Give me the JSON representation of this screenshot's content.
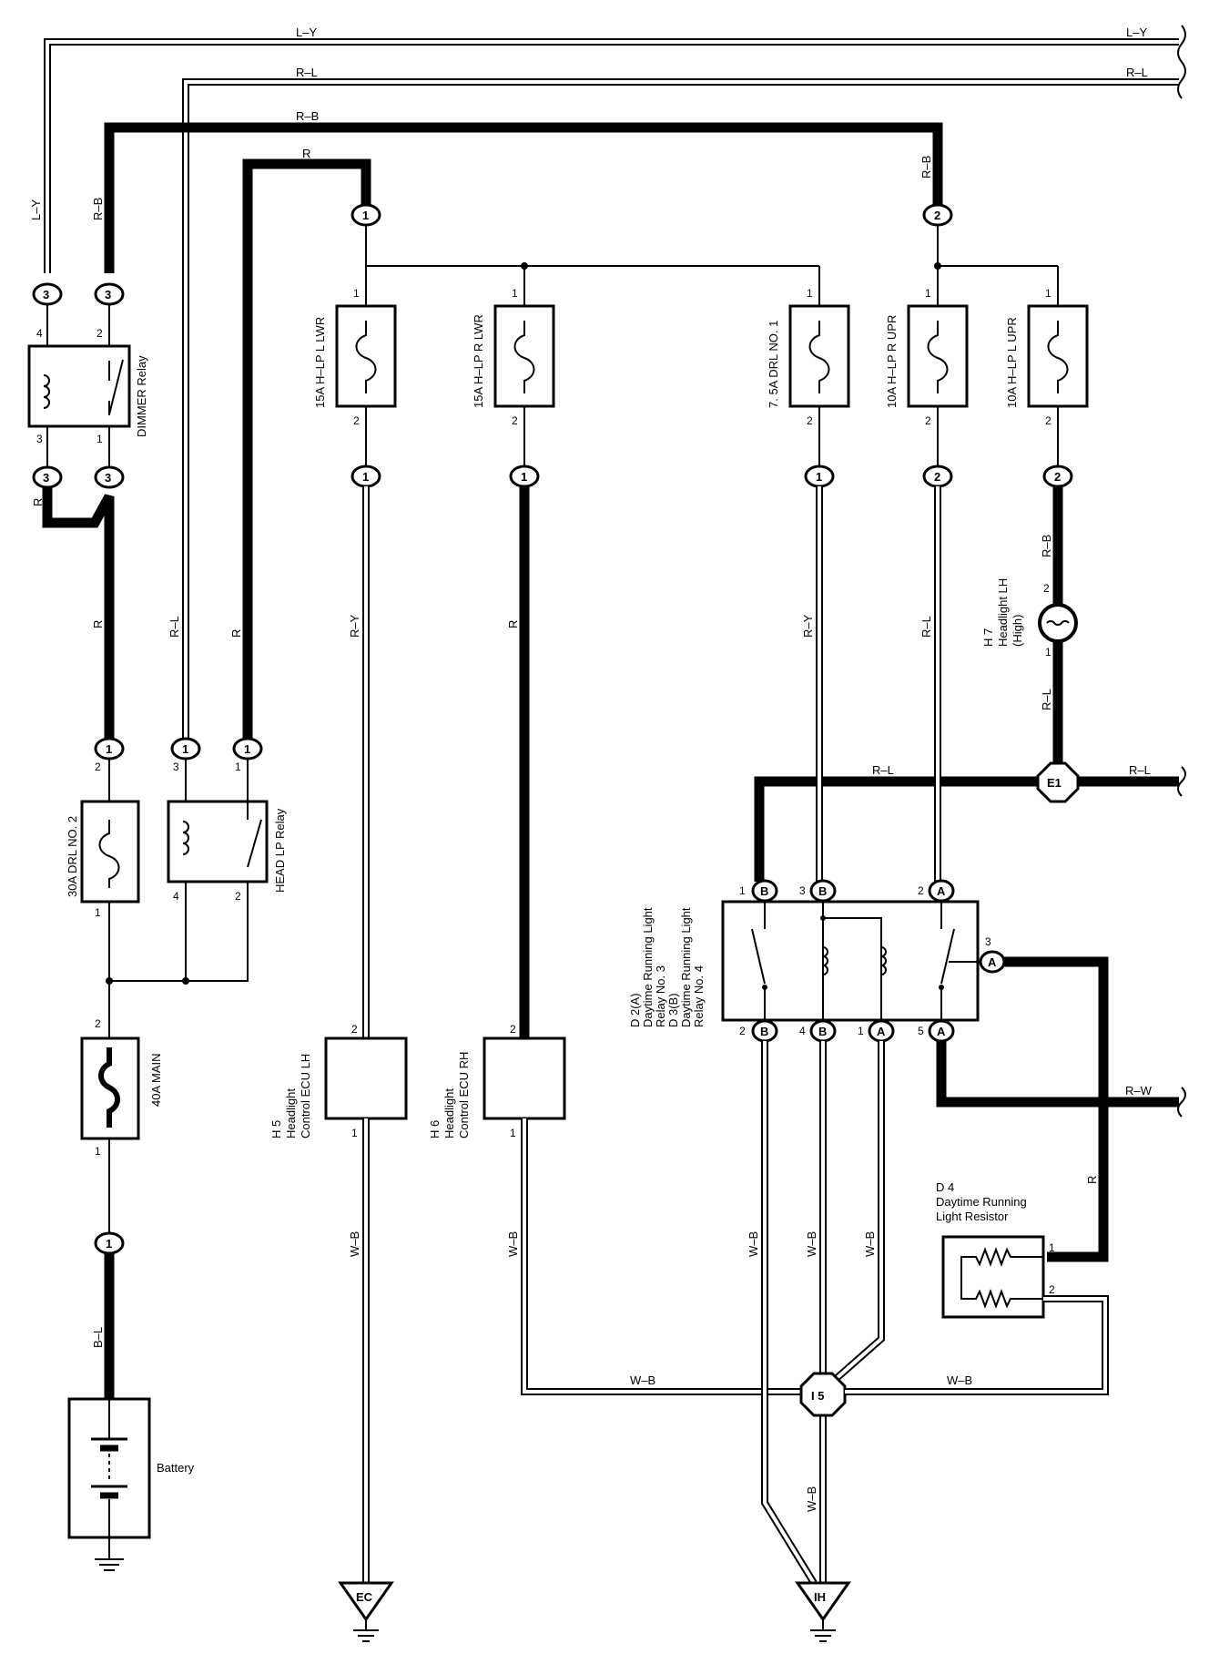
{
  "wires": {
    "ly": "L–Y",
    "rl": "R–L",
    "rb": "R–B",
    "r": "R",
    "ry": "R–Y",
    "rw": "R–W",
    "wb": "W–B",
    "bl": "B–L"
  },
  "connectors": {
    "c1": "1",
    "c2": "2",
    "c3": "3",
    "ca": "A",
    "cb": "B",
    "e1": "E1",
    "i5": "I 5",
    "ec": "EC",
    "ih": "IH"
  },
  "pins": {
    "p1": "1",
    "p2": "2",
    "p3": "3",
    "p4": "4",
    "p5": "5"
  },
  "components": {
    "dimmer_relay": "DIMMER Relay",
    "head_lp_relay": "HEAD LP Relay",
    "drl_no2": "30A DRL NO. 2",
    "main_40a": "40A MAIN",
    "battery": "Battery",
    "fuse_hlp_l_lwr": "15A H–LP L LWR",
    "fuse_hlp_r_lwr": "15A H–LP R LWR",
    "fuse_drl_no1": "7. 5A DRL NO. 1",
    "fuse_hlp_r_upr": "10A H–LP R UPR",
    "fuse_hlp_l_upr": "10A H–LP L UPR",
    "h5": [
      "H 5",
      "Headlight",
      "Control ECU LH"
    ],
    "h6": [
      "H 6",
      "Headlight",
      "Control ECU RH"
    ],
    "h7": [
      "H 7",
      "Headlight LH",
      "(High)"
    ],
    "d2d3": [
      "D 2(A)",
      "Daytime Running Light",
      "Relay No. 3",
      "D 3(B)",
      "Daytime Running Light",
      "Relay No. 4"
    ],
    "d4": [
      "D 4",
      "Daytime Running",
      "Light Resistor"
    ]
  },
  "colors": {
    "line": "#000000",
    "background": "#ffffff"
  }
}
